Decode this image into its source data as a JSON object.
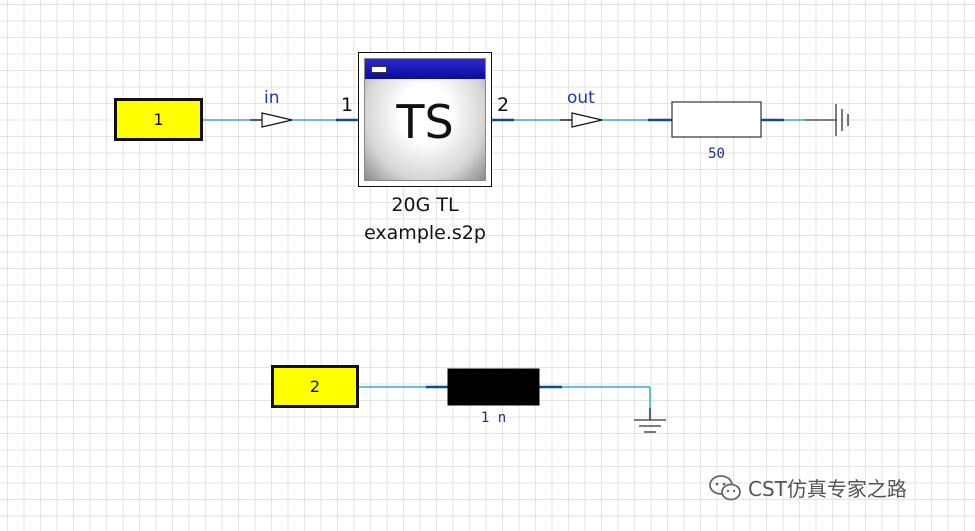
{
  "ports": [
    {
      "id": "port-1",
      "label": "1"
    },
    {
      "id": "port-2",
      "label": "2"
    }
  ],
  "nets": {
    "input_label": "in",
    "output_label": "out"
  },
  "touchstone_block": {
    "icon_text": "TS",
    "pin_left": "1",
    "pin_right": "2",
    "name_line1": "20G TL",
    "name_line2": "example.s2p"
  },
  "resistor": {
    "value": "50"
  },
  "inductor": {
    "value": "1 n"
  },
  "watermark": {
    "text": "CST仿真专家之路"
  },
  "colors": {
    "wire": "#3aa6d6",
    "port_fill": "#ffff00",
    "net_label": "#1c3aa9",
    "inductor_fill": "#000000",
    "pin_stub": "#0b4f8a"
  },
  "icons": [
    "ground-icon",
    "arrow-icon",
    "wechat-icon"
  ]
}
